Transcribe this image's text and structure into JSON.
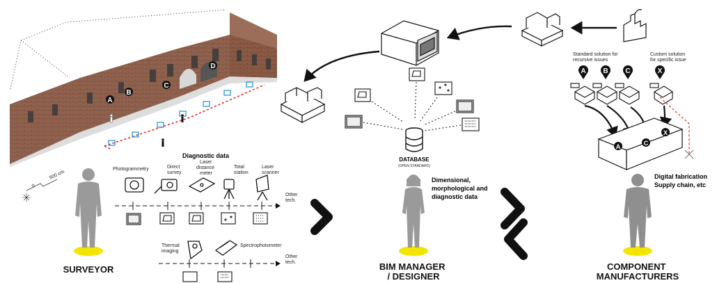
{
  "markers": [
    "A",
    "B",
    "C",
    "D",
    "X"
  ],
  "scale_label": "500 cm",
  "scale_zero": "0",
  "diagnostic_title": "Diagnostic data",
  "tools_top": [
    "Photogrammetry",
    [
      "Direct",
      "survey"
    ],
    [
      "Laser",
      "distance",
      "meter"
    ],
    [
      "Total",
      "station"
    ],
    [
      "Laser",
      "scanner"
    ]
  ],
  "tools_bottom": [
    [
      "Thermal",
      "imaging"
    ],
    "Spectrophotometer"
  ],
  "other_tech": [
    "Other",
    "tech."
  ],
  "database": {
    "title": "DATABASE",
    "subtitle": "(OPEN STANDARD)"
  },
  "bim_data_text": [
    "Dimensional,",
    "morphological and",
    "diagnostic data"
  ],
  "standard_solution": [
    "Standard solution for",
    "recursive issues"
  ],
  "custom_solution": [
    "Custom solution",
    "for specific issue"
  ],
  "fabrication_text": [
    "Digital fabrication",
    "Supply chain, etc"
  ],
  "roles": {
    "surveyor": "SURVEYOR",
    "bim": [
      "BIM MANAGER",
      "/ DESIGNER"
    ],
    "manufacturers": [
      "COMPONENT",
      "MANUFACTURERS"
    ]
  },
  "colors": {
    "accent_yellow": "#f2e500",
    "figure_gray": "#9a9a9a",
    "dash_red": "#e0231b",
    "brick": "#7a4a3a"
  }
}
